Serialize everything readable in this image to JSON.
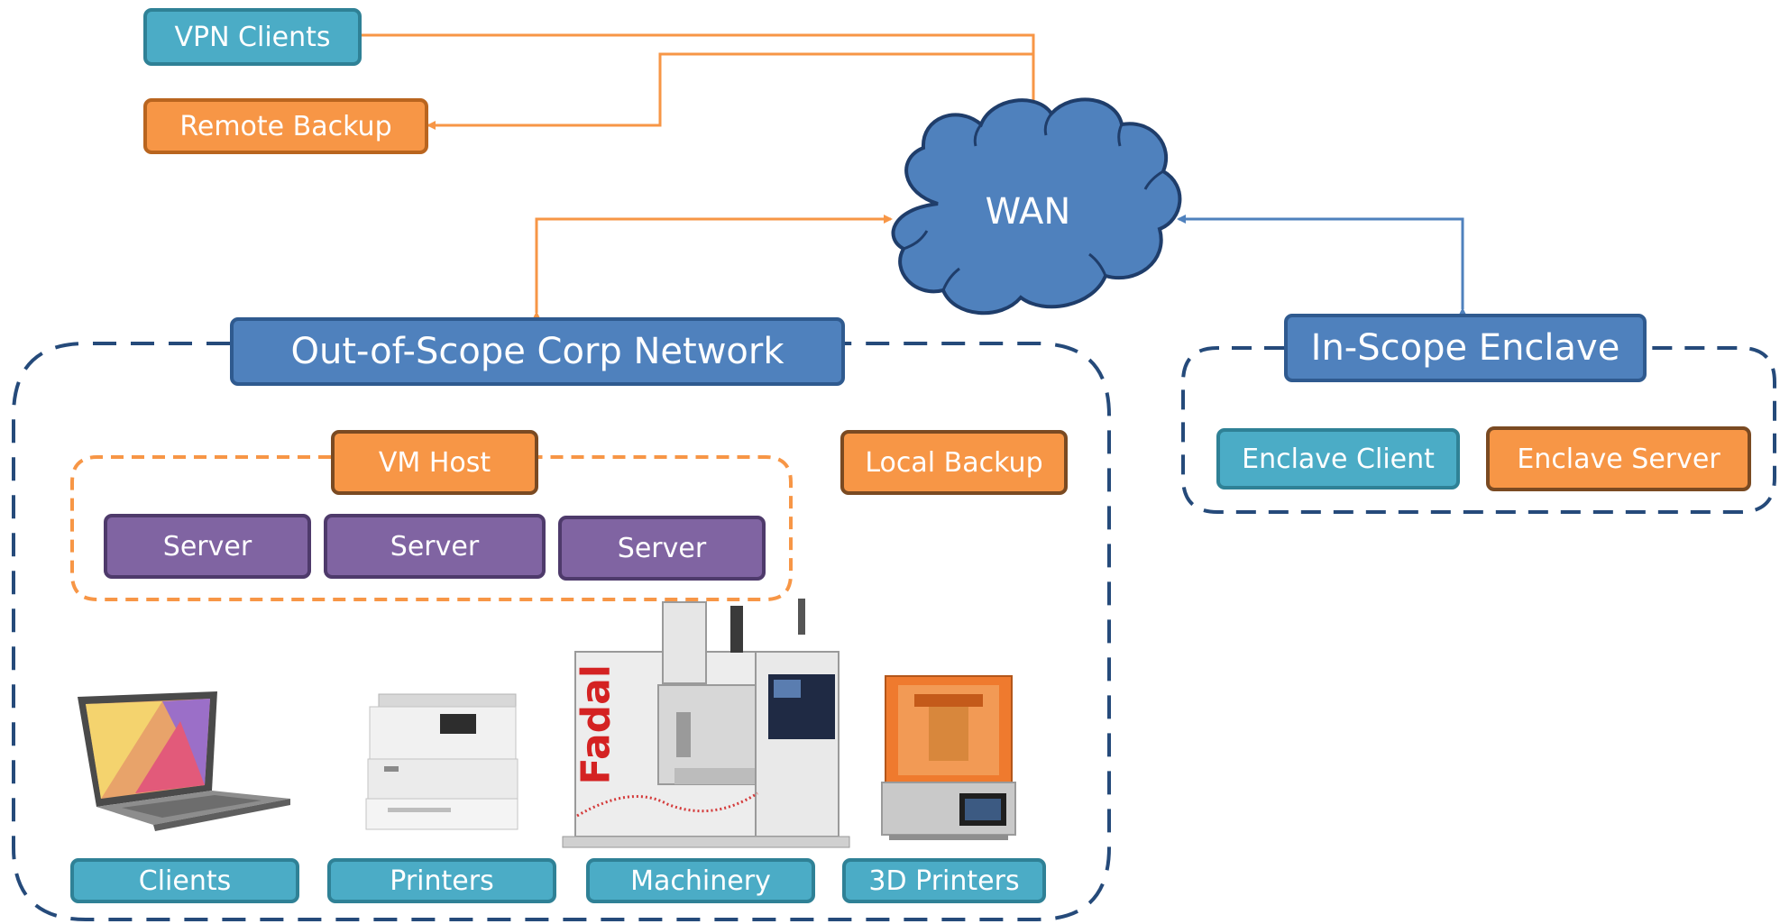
{
  "diagram": {
    "external": {
      "vpn_clients": "VPN Clients",
      "remote_backup": "Remote Backup",
      "wan": "WAN"
    },
    "corp_network": {
      "title": "Out-of-Scope Corp Network",
      "vm_host": "VM Host",
      "local_backup": "Local Backup",
      "servers": [
        "Server",
        "Server",
        "Server"
      ],
      "devices": [
        "Clients",
        "Printers",
        "Machinery",
        "3D Printers"
      ],
      "machine_brand": "Fadal"
    },
    "enclave": {
      "title": "In-Scope Enclave",
      "client": "Enclave Client",
      "server": "Enclave Server"
    }
  }
}
